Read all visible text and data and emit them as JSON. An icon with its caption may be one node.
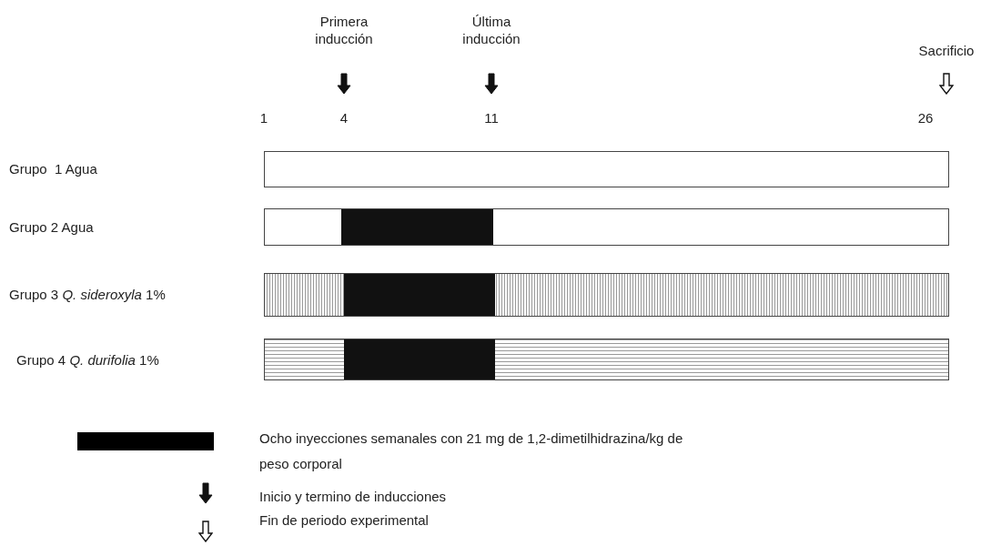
{
  "diagram": {
    "labels": [
      "Primera inducción",
      "Última inducción",
      "Sacrificio",
      "1",
      "4",
      "11",
      "26",
      "Grupo  1 Agua",
      "Grupo 2 Agua",
      "Grupo 3 *Q. sideroxyla* 1%",
      "Grupo 4 *Q. durifolia* 1%"
    ],
    "legend": [
      {
        "text": "Ocho inyecciones semanales con 21 mg de 1,2-dimetilhidrazina/kg de peso corporal",
        "color": "#000000"
      },
      {
        "text": "Inicio y termino de inducciones"
      },
      {
        "text": "Fin de periodo experimental"
      }
    ]
  }
}
